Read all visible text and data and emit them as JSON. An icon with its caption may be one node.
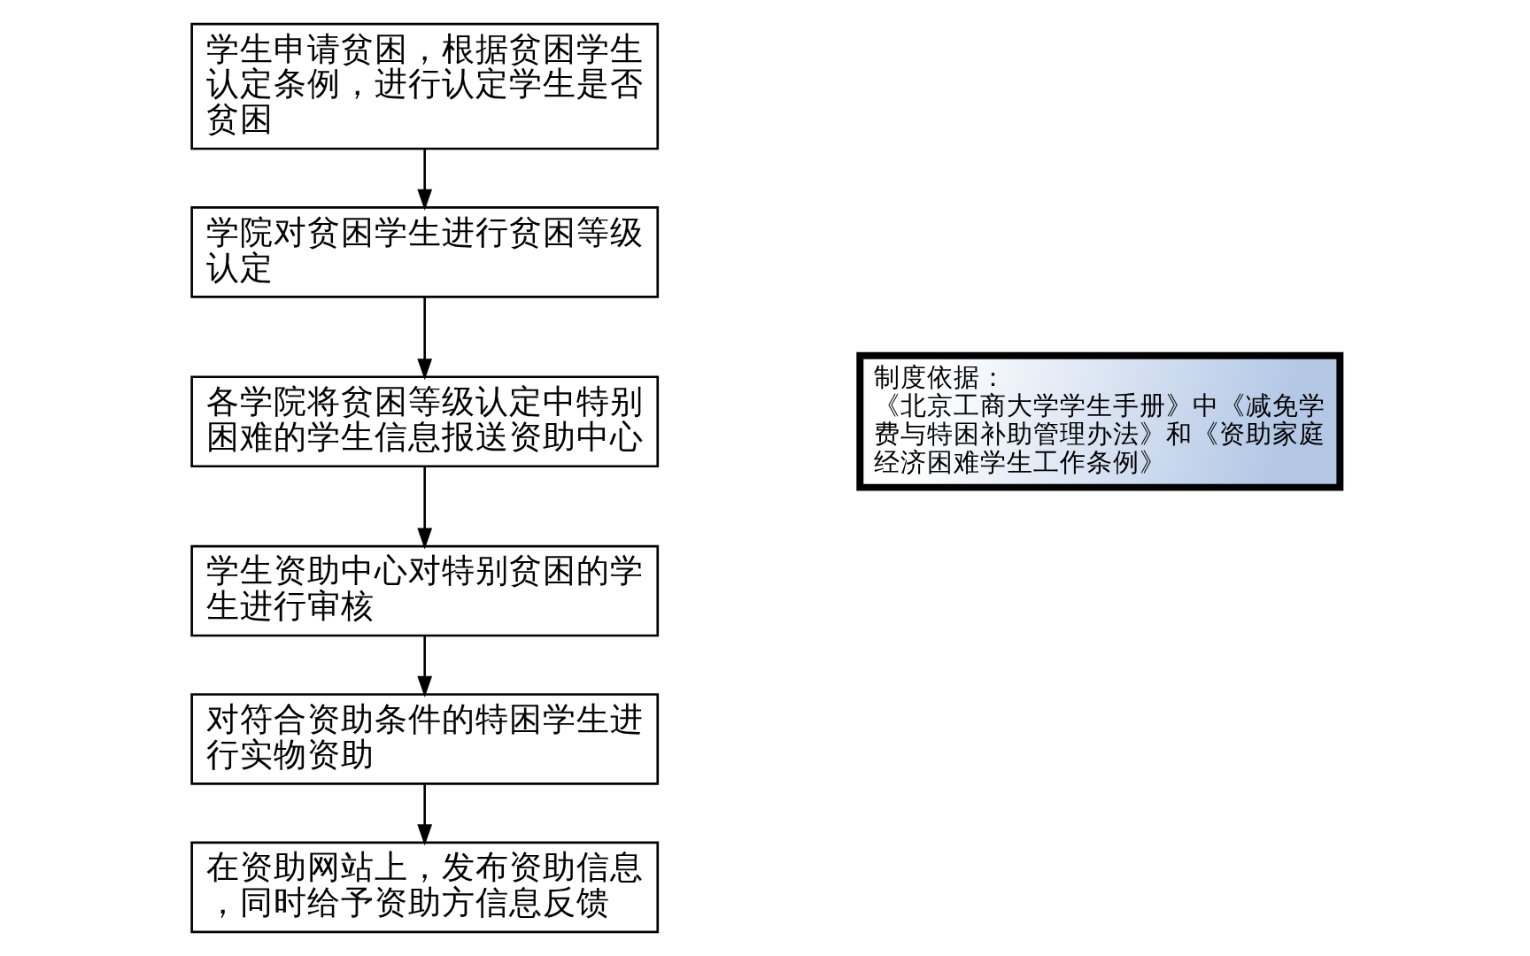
{
  "diagram": {
    "nodes": [
      {
        "text": [
          "学生申请贫困，根据贫困学生认定条例，进行认定学生是否贫困"
        ]
      },
      {
        "text": [
          "学院对贫困学生进行贫困等级认定"
        ]
      },
      {
        "text": [
          "各学院将贫困等级认定中特别困难的学生信息报送资助中心"
        ]
      },
      {
        "text": [
          "学生资助中心对特别贫困的学生进行审核"
        ]
      },
      {
        "text": [
          "对符合资助条件的特困学生进行实物资助"
        ]
      },
      {
        "text": [
          "在资助网站上，发布资助信息，同时给予资助方信息反馈"
        ]
      },
      {
        "text": [
          "制度依据：",
          "《北京工商大学学生手册》中《减免学费与特困补助管理办法》和《资助家庭经济困难学生工作条例》"
        ]
      }
    ],
    "edges": [
      {
        "from": 0,
        "to": 1,
        "arrow": "to"
      },
      {
        "from": 1,
        "to": 2,
        "arrow": "to"
      },
      {
        "from": 2,
        "to": 3,
        "arrow": "to"
      },
      {
        "from": 3,
        "to": 4,
        "arrow": "to"
      },
      {
        "from": 4,
        "to": 5,
        "arrow": "to"
      }
    ]
  }
}
